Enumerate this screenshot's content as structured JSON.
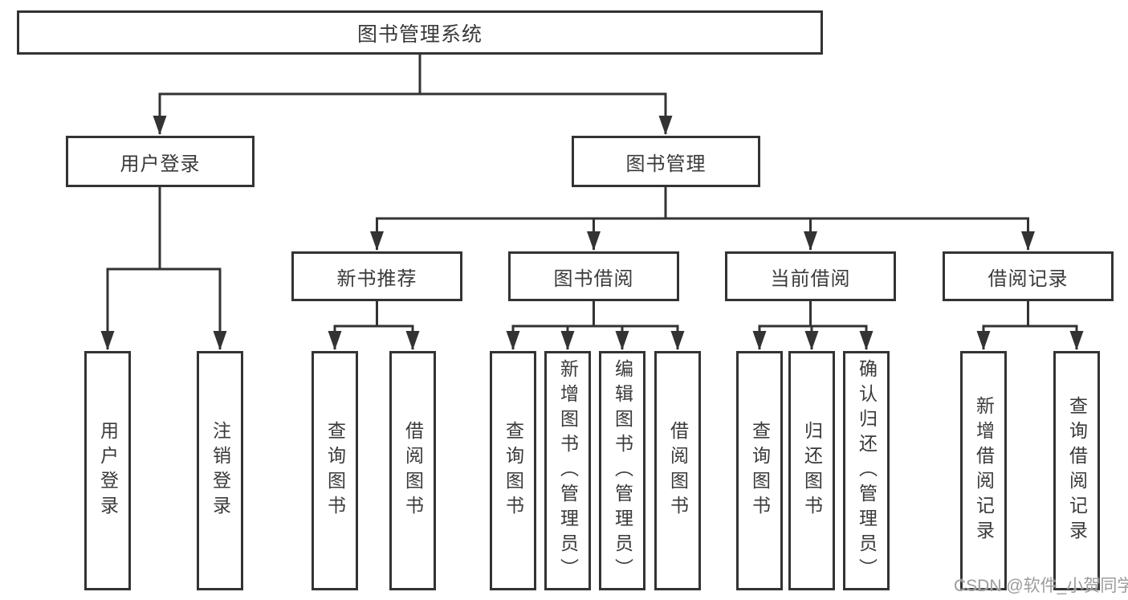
{
  "tree": {
    "label": "图书管理系统",
    "children": [
      {
        "label": "用户登录",
        "children": [
          {
            "label": "用户登录"
          },
          {
            "label": "注销登录"
          }
        ]
      },
      {
        "label": "图书管理",
        "children": [
          {
            "label": "新书推荐",
            "children": [
              {
                "label": "查询图书"
              },
              {
                "label": "借阅图书"
              }
            ]
          },
          {
            "label": "图书借阅",
            "children": [
              {
                "label": "查询图书"
              },
              {
                "label": "新增图书（管理员）"
              },
              {
                "label": "编辑图书（管理员）"
              },
              {
                "label": "借阅图书"
              }
            ]
          },
          {
            "label": "当前借阅",
            "children": [
              {
                "label": "查询图书"
              },
              {
                "label": "归还图书"
              },
              {
                "label": "确认归还（管理员）"
              }
            ]
          },
          {
            "label": "借阅记录",
            "children": [
              {
                "label": "新增借阅记录"
              },
              {
                "label": "查询借阅记录"
              }
            ]
          }
        ]
      }
    ]
  },
  "watermark": {
    "text": "CSDN @软件_小贺同学"
  },
  "colors": {
    "line": "#333333",
    "text": "#3a3a3a",
    "watermark": "#9c9c9c",
    "background": "#ffffff"
  }
}
